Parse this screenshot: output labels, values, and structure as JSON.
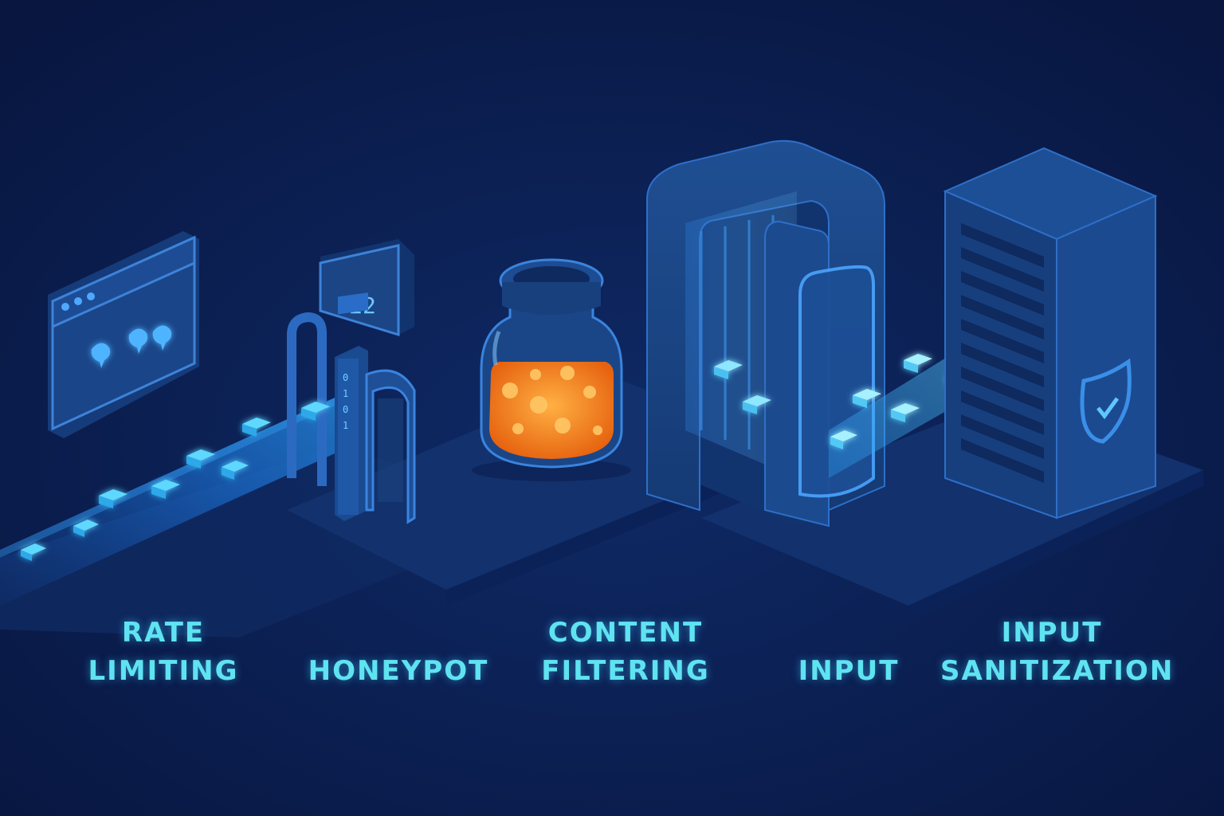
{
  "colors": {
    "background": "#0a1a47",
    "label": "#5fe3f0",
    "glow": "#4fd8ff",
    "orange": "#ff8a1f",
    "structure": "#1d4a8c"
  },
  "counter": {
    "value": "22"
  },
  "labels": {
    "rate_limiting": {
      "line1": "RATE",
      "line2": "LIMITING"
    },
    "honeypot": "HONEYPOT",
    "content_filtering": {
      "line1": "CONTENT",
      "line2": "FILTERING"
    },
    "input": "INPUT",
    "input_sanitization": {
      "line1": "INPUT",
      "line2": "SANITIZATION"
    }
  },
  "icons": [
    "browser-window-icon",
    "chat-bubble-icon",
    "turnstile-gate-icon",
    "honey-jar-icon",
    "scanner-arch-icon",
    "server-rack-icon",
    "shield-check-icon",
    "data-packet-icon"
  ]
}
